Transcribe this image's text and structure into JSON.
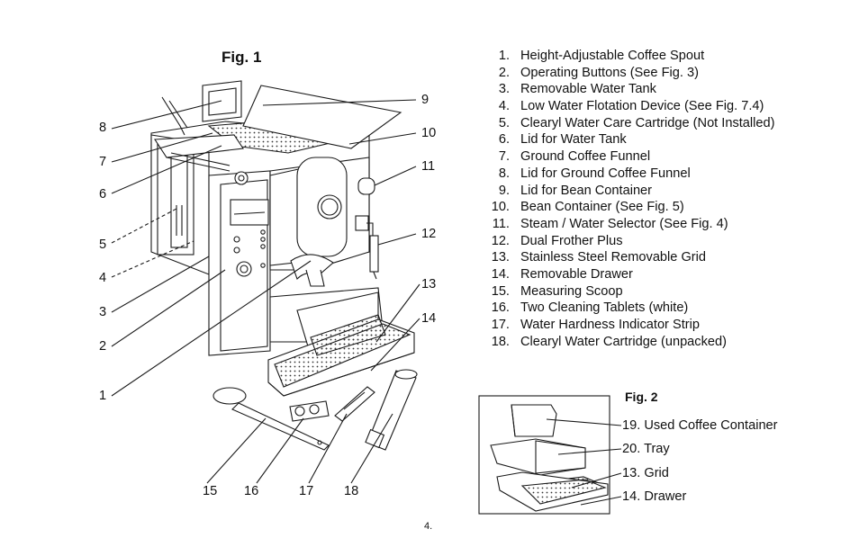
{
  "figure1": {
    "title": "Fig. 1",
    "callouts": [
      "1",
      "2",
      "3",
      "4",
      "5",
      "6",
      "7",
      "8",
      "9",
      "10",
      "11",
      "12",
      "13",
      "14",
      "15",
      "16",
      "17",
      "18"
    ]
  },
  "parts_list": [
    {
      "num": "1.",
      "label": "Height-Adjustable Coffee Spout"
    },
    {
      "num": "2.",
      "label": "Operating Buttons (See Fig. 3)"
    },
    {
      "num": "3.",
      "label": "Removable Water Tank"
    },
    {
      "num": "4.",
      "label": "Low Water Flotation Device (See Fig. 7.4)"
    },
    {
      "num": "5.",
      "label": "Clearyl Water Care Cartridge (Not Installed)"
    },
    {
      "num": "6.",
      "label": "Lid for Water Tank"
    },
    {
      "num": "7.",
      "label": "Ground Coffee Funnel"
    },
    {
      "num": "8.",
      "label": "Lid for Ground Coffee Funnel"
    },
    {
      "num": "9.",
      "label": "Lid for Bean Container"
    },
    {
      "num": "10.",
      "label": "Bean Container (See Fig. 5)"
    },
    {
      "num": "11.",
      "label": "Steam / Water Selector (See Fig. 4)"
    },
    {
      "num": "12.",
      "label": "Dual Frother Plus"
    },
    {
      "num": "13.",
      "label": "Stainless Steel Removable Grid"
    },
    {
      "num": "14.",
      "label": "Removable Drawer"
    },
    {
      "num": "15.",
      "label": "Measuring Scoop"
    },
    {
      "num": "16.",
      "label": "Two Cleaning Tablets (white)"
    },
    {
      "num": "17.",
      "label": "Water Hardness Indicator Strip"
    },
    {
      "num": "18.",
      "label": "Clearyl Water Cartridge (unpacked)"
    }
  ],
  "figure2": {
    "title": "Fig. 2",
    "labels": [
      "19. Used Coffee Container",
      "20. Tray",
      "13. Grid",
      "14. Drawer"
    ]
  },
  "page_number": "4."
}
